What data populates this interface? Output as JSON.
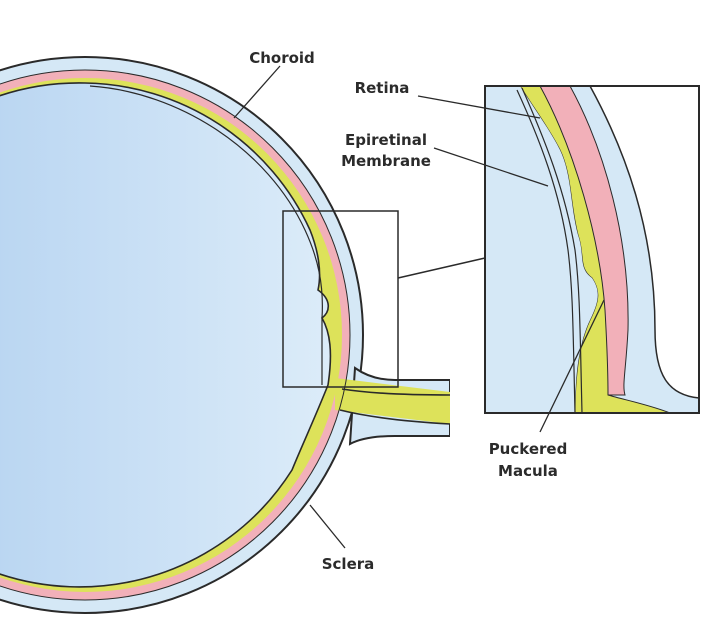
{
  "labels": {
    "choroid": "Choroid",
    "retina": "Retina",
    "epiretinal_line1": "Epiretinal",
    "epiretinal_line2": "Membrane",
    "puckered_line1": "Puckered",
    "puckered_line2": "Macula",
    "sclera": "Sclera"
  },
  "colors": {
    "sclera": "#d5e8f6",
    "choroid": "#f2b0b9",
    "retina": "#dde25a",
    "vitreous_light": "#dcecf9",
    "vitreous_dark": "#a9cbee",
    "outline": "#2a2a2a",
    "background": "#ffffff"
  }
}
